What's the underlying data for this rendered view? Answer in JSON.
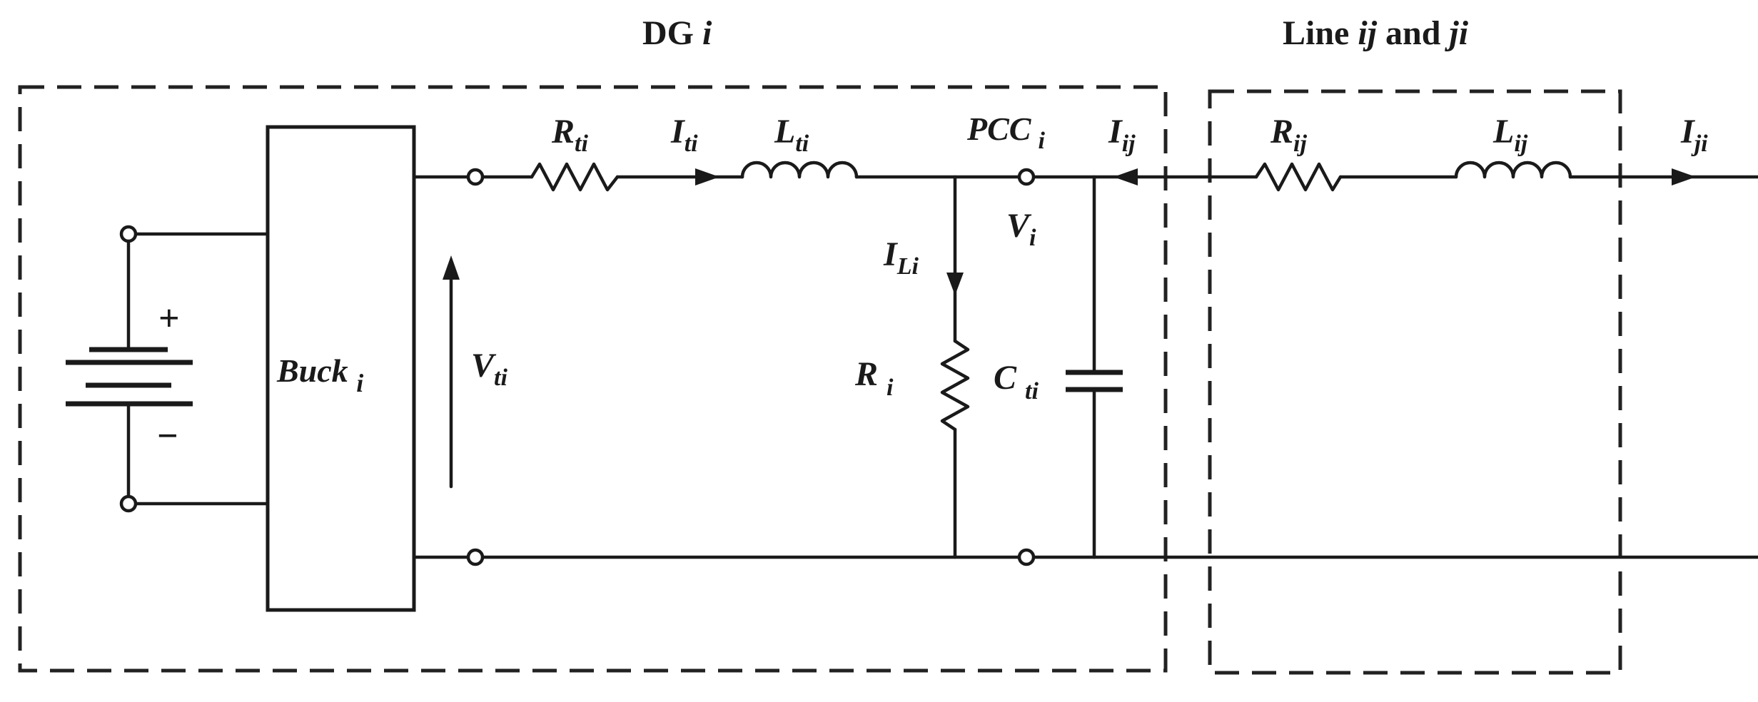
{
  "titles": {
    "dg": {
      "text": "DG ",
      "italic": "i"
    },
    "line": {
      "text": "Line ",
      "it1": "ij",
      "mid": " and ",
      "it2": "ji"
    }
  },
  "labels": {
    "rti": {
      "main": "R",
      "sub": "ti"
    },
    "iti": {
      "main": "I",
      "sub": "ti"
    },
    "lti": {
      "main": "L",
      "sub": "ti"
    },
    "pcc": {
      "main": "PCC",
      "sub": "i"
    },
    "iij": {
      "main": "I",
      "sub": "ij"
    },
    "rij": {
      "main": "R",
      "sub": "ij"
    },
    "lij": {
      "main": "L",
      "sub": "ij"
    },
    "iji": {
      "main": "I",
      "sub": "ji"
    },
    "vi": {
      "main": "V",
      "sub": "i"
    },
    "ili": {
      "main": "I",
      "sub": "Li"
    },
    "buck": {
      "main": "Buck ",
      "sub": "i"
    },
    "vti": {
      "main": "V",
      "sub": "ti"
    },
    "ri": {
      "main": "R ",
      "sub": "i"
    },
    "cti": {
      "main": "C ",
      "sub": "ti"
    },
    "plus": "+",
    "minus": "−"
  }
}
